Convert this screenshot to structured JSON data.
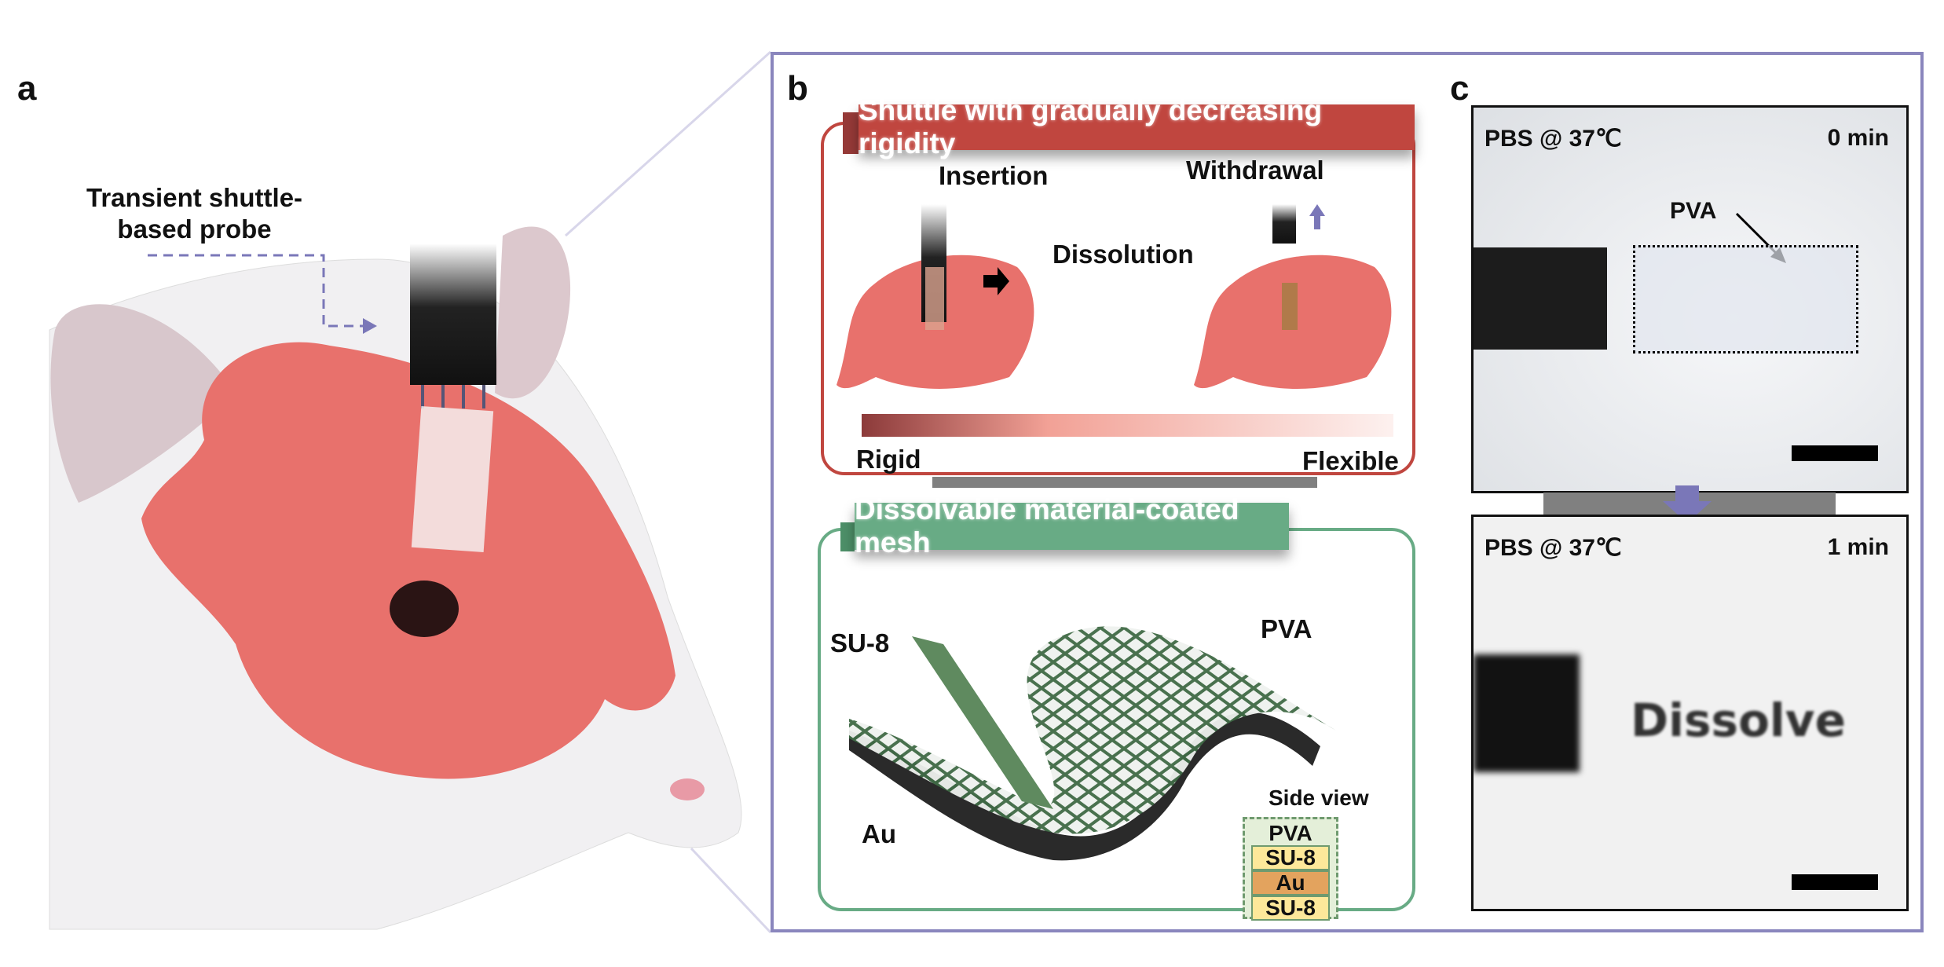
{
  "panel_a": {
    "label": "a",
    "probe_label_line1": "Transient shuttle-",
    "probe_label_line2": "based probe"
  },
  "panel_b": {
    "label": "b",
    "top_box": {
      "title": "Shuttle with gradually decreasing rigidity",
      "insertion": "Insertion",
      "dissolution": "Dissolution",
      "withdrawal": "Withdrawal",
      "rigid": "Rigid",
      "flexible": "Flexible"
    },
    "bottom_box": {
      "title": "Dissolvable material-coated mesh",
      "su8": "SU-8",
      "pva": "PVA",
      "au": "Au",
      "side_view": {
        "title": "Side view",
        "layers": [
          "PVA",
          "SU-8",
          "Au",
          "SU-8"
        ]
      }
    }
  },
  "panel_c": {
    "label": "c",
    "top_photo": {
      "condition": "PBS @ 37℃",
      "time": "0 min",
      "annotation": "PVA"
    },
    "bottom_photo": {
      "condition": "PBS @ 37℃",
      "time": "1 min",
      "text": "Dissolve"
    }
  },
  "colors": {
    "frame": "#8a86bd",
    "red_header": "#c0463f",
    "green_header": "#68ab85",
    "brain": "#e8716c",
    "arrow_purple": "#7a77b8",
    "au_layer": "#e3a35e",
    "su8_layer": "#fde89a"
  }
}
